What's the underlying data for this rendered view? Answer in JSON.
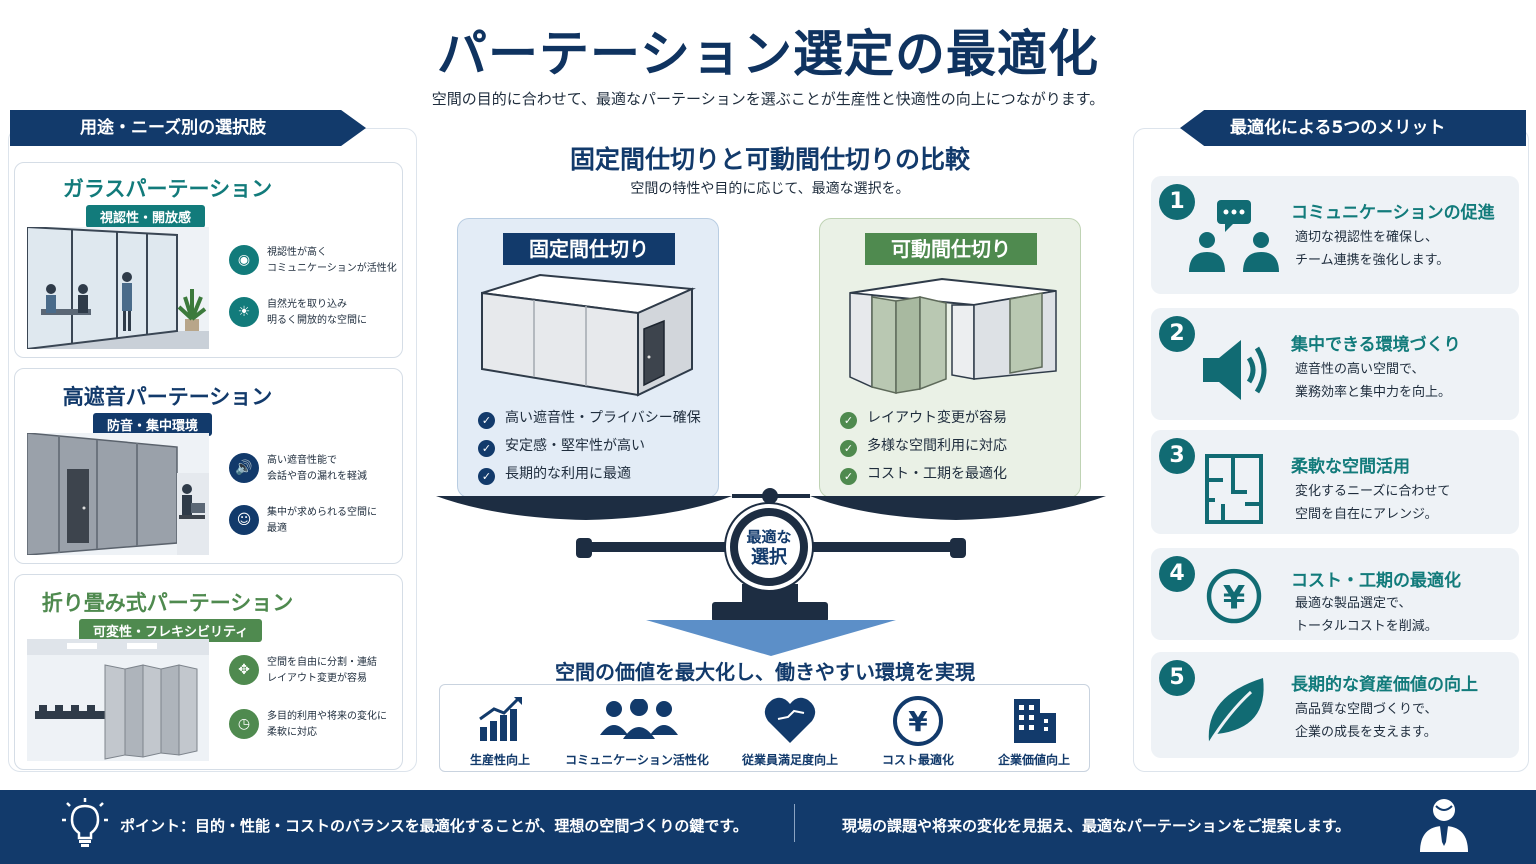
{
  "header": {
    "title": "パーテーション選定の最適化",
    "subtitle": "空間の目的に合わせて、最適なパーテーションを選ぶことが生産性と快適性の向上につながります。"
  },
  "colors": {
    "navy": "#123a6b",
    "teal": "#127b7b",
    "green": "#4f8a4f",
    "light_blue_box": "#e3ecf6",
    "light_green_box": "#eaf1e6"
  },
  "left": {
    "heading": "用途・ニーズ別の選択肢",
    "cards": [
      {
        "title": "ガラスパーテーション",
        "tag": "視認性・開放感",
        "features": [
          {
            "icon": "eye-icon",
            "line1": "視認性が高く",
            "line2": "コミュニケーションが活性化"
          },
          {
            "icon": "sun-icon",
            "line1": "自然光を取り込み",
            "line2": "明るく開放的な空間に"
          }
        ]
      },
      {
        "title": "高遮音パーテーション",
        "tag": "防音・集中環境",
        "features": [
          {
            "icon": "speaker-icon",
            "line1": "高い遮音性能で",
            "line2": "会話や音の漏れを軽減"
          },
          {
            "icon": "person-focus-icon",
            "line1": "集中が求められる空間に",
            "line2": "最適"
          }
        ]
      },
      {
        "title": "折り畳み式パーテーション",
        "tag": "可変性・フレキシビリティ",
        "features": [
          {
            "icon": "move-arrows-icon",
            "line1": "空間を自由に分割・連結",
            "line2": "レイアウト変更が容易"
          },
          {
            "icon": "clock-icon",
            "line1": "多目的利用や将来の変化に",
            "line2": "柔軟に対応"
          }
        ]
      }
    ]
  },
  "center": {
    "title": "固定間仕切りと可動間仕切りの比較",
    "subtitle": "空間の特性や目的に応じて、最適な選択を。",
    "fixed": {
      "heading": "固定間仕切り",
      "points": [
        "高い遮音性・プライバシー確保",
        "安定感・堅牢性が高い",
        "長期的な利用に最適"
      ]
    },
    "movable": {
      "heading": "可動間仕切り",
      "points": [
        "レイアウト変更が容易",
        "多様な空間利用に対応",
        "コスト・工期を最適化"
      ]
    },
    "scale_label_1": "最適な",
    "scale_label_2": "選択",
    "value_title": "空間の価値を最大化し、働きやすい環境を実現",
    "values": [
      {
        "icon": "growth-chart-icon",
        "label": "生産性向上"
      },
      {
        "icon": "people-icon",
        "label": "コミュニケーション活性化"
      },
      {
        "icon": "heart-icon",
        "label": "従業員満足度向上"
      },
      {
        "icon": "yen-icon",
        "label": "コスト最適化"
      },
      {
        "icon": "building-icon",
        "label": "企業価値向上"
      }
    ]
  },
  "right": {
    "heading": "最適化による5つのメリット",
    "merits": [
      {
        "num": "1",
        "title": "コミュニケーションの促進",
        "line1": "適切な視認性を確保し、",
        "line2": "チーム連携を強化します。",
        "icon": "chat-people-icon"
      },
      {
        "num": "2",
        "title": "集中できる環境づくり",
        "line1": "遮音性の高い空間で、",
        "line2": "業務効率と集中力を向上。",
        "icon": "speaker-icon"
      },
      {
        "num": "3",
        "title": "柔軟な空間活用",
        "line1": "変化するニーズに合わせて",
        "line2": "空間を自在にアレンジ。",
        "icon": "floorplan-icon"
      },
      {
        "num": "4",
        "title": "コスト・工期の最適化",
        "line1": "最適な製品選定で、",
        "line2": "トータルコストを削減。",
        "icon": "yen-icon"
      },
      {
        "num": "5",
        "title": "長期的な資産価値の向上",
        "line1": "高品質な空間づくりで、",
        "line2": "企業の成長を支えます。",
        "icon": "leaf-icon"
      }
    ]
  },
  "footer": {
    "point": "ポイント：目的・性能・コストのバランスを最適化することが、理想の空間づくりの鍵です。",
    "proposal": "現場の課題や将来の変化を見据え、最適なパーテーションをご提案します。"
  }
}
